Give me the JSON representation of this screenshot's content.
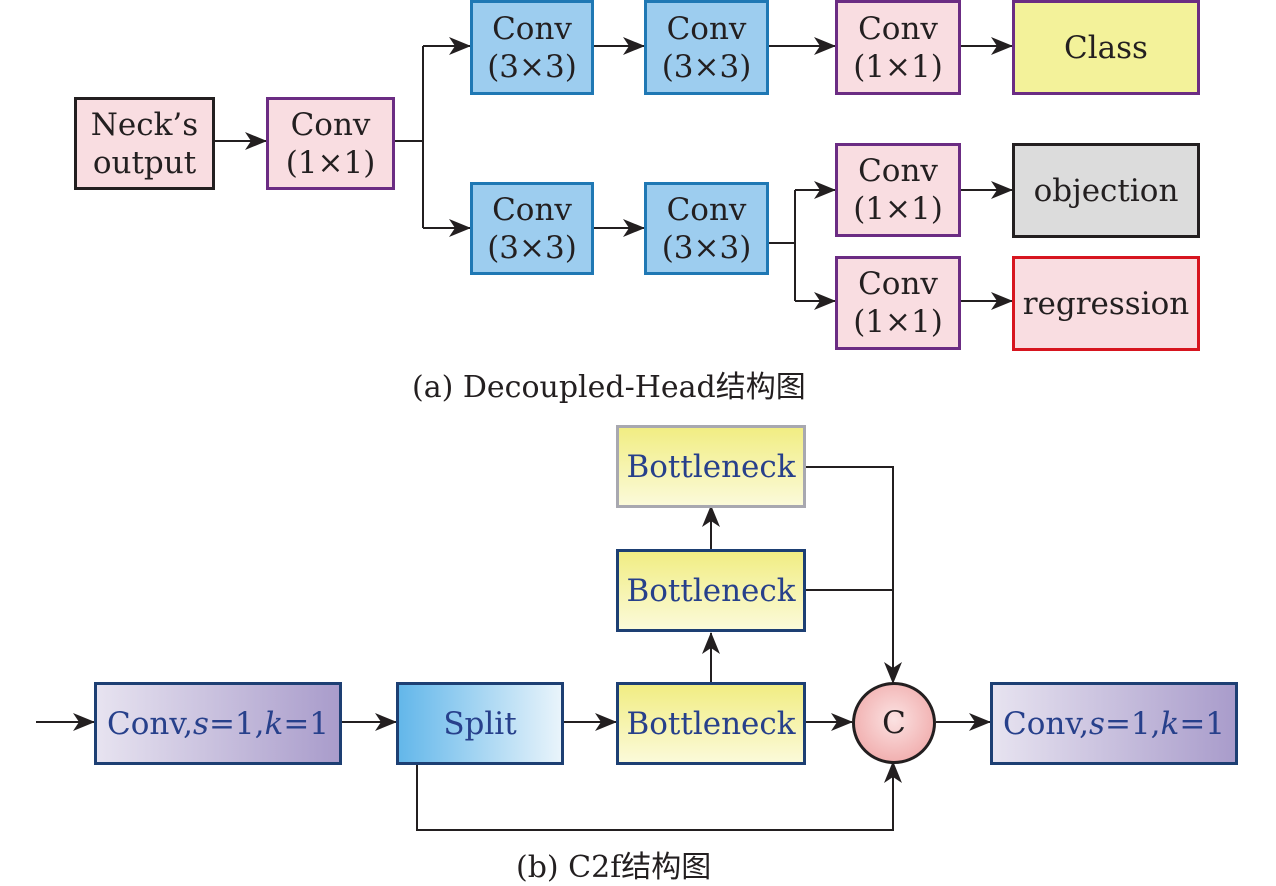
{
  "diagram_a": {
    "neck": {
      "line1": "Neck’s",
      "line2": "output"
    },
    "conv_1x1_in": {
      "line1": "Conv",
      "line2": "(1×1)"
    },
    "top_conv3_a": {
      "line1": "Conv",
      "line2": "(3×3)"
    },
    "top_conv3_b": {
      "line1": "Conv",
      "line2": "(3×3)"
    },
    "top_conv1": {
      "line1": "Conv",
      "line2": "(1×1)"
    },
    "class": {
      "label": "Class"
    },
    "bot_conv3_a": {
      "line1": "Conv",
      "line2": "(3×3)"
    },
    "bot_conv3_b": {
      "line1": "Conv",
      "line2": "(3×3)"
    },
    "obj_conv1": {
      "line1": "Conv",
      "line2": "(1×1)"
    },
    "objection": {
      "label": "objection"
    },
    "reg_conv1": {
      "line1": "Conv",
      "line2": "(1×1)"
    },
    "regression": {
      "label": "regression"
    },
    "caption": "(a) Decoupled-Head结构图"
  },
  "diagram_b": {
    "conv_in": {
      "prefix": "Conv,",
      "s_var": "s",
      "s_val": "=1,",
      "k_var": "k",
      "k_val": "=1"
    },
    "split": {
      "label": "Split"
    },
    "bottleneck_1": {
      "label": "Bottleneck"
    },
    "bottleneck_2": {
      "label": "Bottleneck"
    },
    "bottleneck_3": {
      "label": "Bottleneck"
    },
    "concat": {
      "label": "C"
    },
    "conv_out": {
      "prefix": "Conv,",
      "s_var": "s",
      "s_val": "=1,",
      "k_var": "k",
      "k_val": "=1"
    },
    "caption": "(b) C2f结构图"
  }
}
